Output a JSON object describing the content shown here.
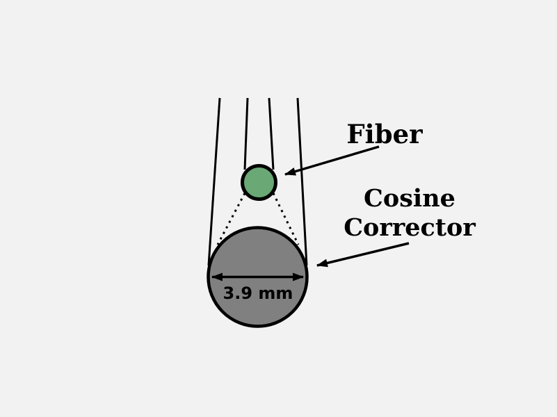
{
  "scene": {
    "background_color": "#f2f2f2",
    "stroke_color": "#000000",
    "text_color": "#000000"
  },
  "fiber": {
    "label": "Fiber",
    "fill_color": "#6aa875"
  },
  "cosine_corrector": {
    "label_line1": "Cosine",
    "label_line2": "Corrector",
    "fill_color": "#808080"
  },
  "measurement": {
    "diameter_label": "3.9 mm"
  }
}
